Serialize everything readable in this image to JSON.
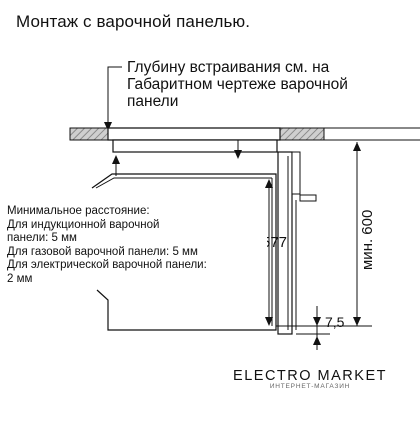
{
  "title": "Монтаж с варочной панелью.",
  "depth_note": [
    "Глубину встраивания см. на",
    "Габаритном чертеже варочной",
    "панели"
  ],
  "min_distance": [
    "Минимальное расстояние:",
    "Для индукционной варочной",
    "панели: 5 мм",
    "Для газовой варочной панели: 5 мм",
    "Для электрической варочной панели:",
    "2 мм"
  ],
  "dimensions": {
    "height_577": "577",
    "min_600": "мин. 600",
    "gap_7_5": "7,5"
  },
  "watermark": {
    "brand": "ELECTRO MARKET",
    "tagline": "ИНТЕРНЕТ-МАГАЗИН"
  }
}
